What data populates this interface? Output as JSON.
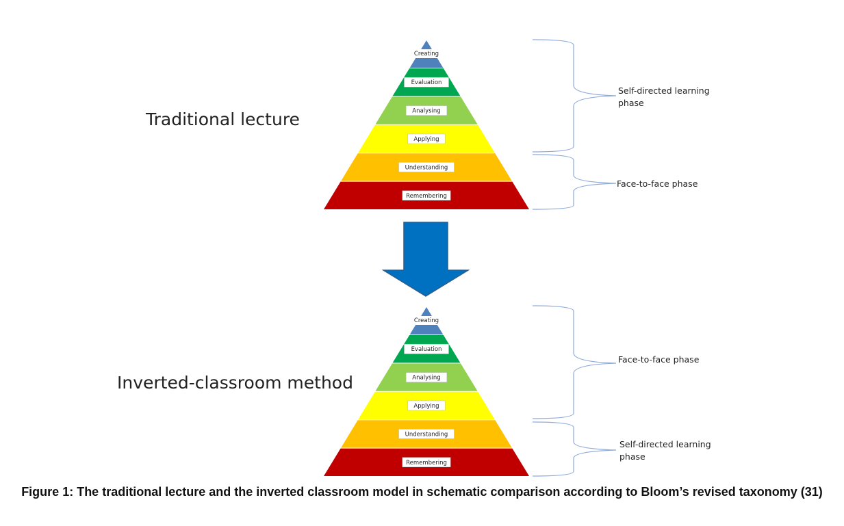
{
  "diagrams": [
    {
      "title": "Traditional lecture",
      "levels": [
        "Creating",
        "Evaluation",
        "Analysing",
        "Applying",
        "Understanding",
        "Remembering"
      ],
      "upper_phase": "Self-directed learning phase",
      "lower_phase": "Face-to-face phase"
    },
    {
      "title": "Inverted-classroom method",
      "levels": [
        "Creating",
        "Evaluation",
        "Analysing",
        "Applying",
        "Understanding",
        "Remembering"
      ],
      "upper_phase": "Face-to-face phase",
      "lower_phase": "Self-directed learning phase"
    }
  ],
  "level_colors": [
    "#4f81bd",
    "#00a650",
    "#92d050",
    "#ffff00",
    "#ffc000",
    "#c00000"
  ],
  "arrow_color": "#0070c0",
  "caption": "Figure 1: The traditional lecture and the inverted classroom model in schematic comparison according to Bloom’s revised taxonomy (31)"
}
